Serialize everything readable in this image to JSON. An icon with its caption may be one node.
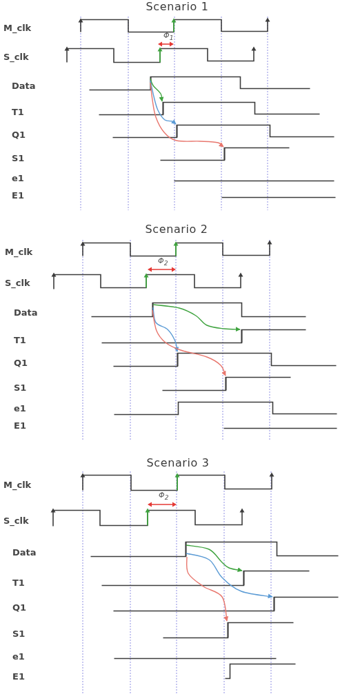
{
  "diagram": {
    "nodes": [
      {
        "text": [],
        "shape": "line"
      },
      {
        "text": [],
        "shape": "line"
      },
      {
        "text": [],
        "shape": "line"
      },
      {
        "text": [],
        "shape": "line"
      },
      {
        "text": [],
        "shape": "line"
      },
      {
        "text": [],
        "shape": "line"
      },
      {
        "text": [],
        "shape": "line"
      },
      {
        "text": [],
        "shape": "line"
      },
      {
        "text": [],
        "shape": "line"
      },
      {
        "text": [],
        "shape": "line"
      },
      {
        "text": [],
        "shape": "line"
      },
      {
        "text": [],
        "shape": "line"
      }
    ],
    "edges": [
      {
        "from": 0,
        "to": 1,
        "arrow": "to",
        "color": "#3fa33f"
      },
      {
        "from": 0,
        "to": 2,
        "arrow": "to",
        "color": "#5b9bd5"
      },
      {
        "from": 0,
        "to": 3,
        "arrow": "to",
        "color": "#e8766d"
      },
      {
        "from": 4,
        "to": 5,
        "arrow": "to",
        "color": "#3fa33f"
      },
      {
        "from": 4,
        "to": 6,
        "arrow": "to",
        "color": "#5b9bd5"
      },
      {
        "from": 4,
        "to": 7,
        "arrow": "to",
        "color": "#e8766d"
      },
      {
        "from": 8,
        "to": 9,
        "arrow": "to",
        "color": "#3fa33f"
      },
      {
        "from": 8,
        "to": 10,
        "arrow": "to",
        "color": "#5b9bd5"
      },
      {
        "from": 8,
        "to": 11,
        "arrow": "to",
        "color": "#e8766d"
      }
    ],
    "labels": [
      "Scenario 1",
      "M_clk",
      "Φ$_{1}$",
      "S_clk",
      "Data",
      "T1",
      "Q1",
      "S1",
      "e1",
      "E1",
      "Scenario 2",
      "M_clk",
      "Φ$_{2}$",
      "S_clk",
      "Data",
      "T1",
      "Q1",
      "S1",
      "e1",
      "E1",
      "Scenario 3",
      "M_clk",
      "Φ$_{2}$",
      "S_clk",
      "Data",
      "T1",
      "Q1",
      "S1",
      "e1",
      "E1"
    ]
  }
}
